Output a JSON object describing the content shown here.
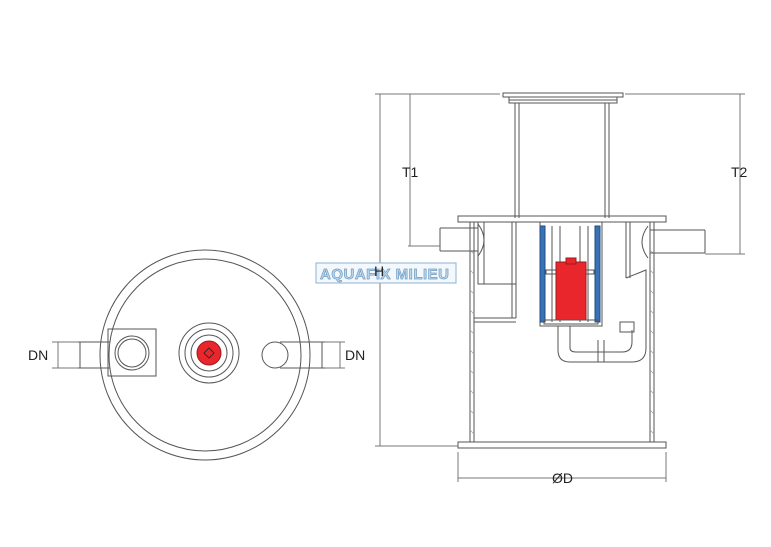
{
  "labels": {
    "dn_left": "DN",
    "dn_right": "DN",
    "t1": "T1",
    "t2": "T2",
    "h": "H",
    "od": "ØD"
  },
  "logo": {
    "text": "AQUAFIX MILIEU"
  },
  "colors": {
    "line": "#555555",
    "dim_line": "#777777",
    "float_red": "#e8262b",
    "float_red_dark": "#9e1a1d",
    "cage_blue": "#3a72b5",
    "logo_fill": "#bcd6ea",
    "logo_stroke": "#6f9ec4"
  }
}
